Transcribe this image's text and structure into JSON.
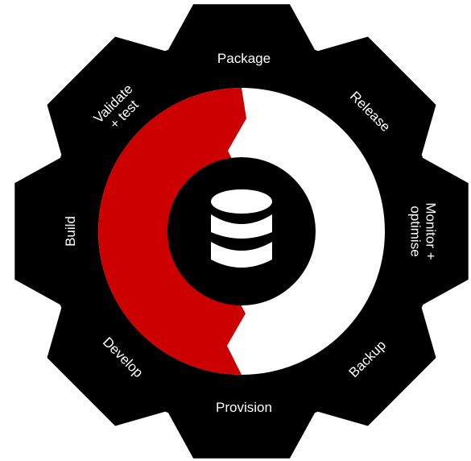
{
  "diagram": {
    "stages": [
      {
        "id": "package",
        "lines": [
          "Package"
        ]
      },
      {
        "id": "release",
        "lines": [
          "Release"
        ]
      },
      {
        "id": "monitor",
        "lines": [
          "Monitor +",
          "optimise"
        ]
      },
      {
        "id": "backup",
        "lines": [
          "Backup"
        ]
      },
      {
        "id": "provision",
        "lines": [
          "Provision"
        ]
      },
      {
        "id": "develop",
        "lines": [
          "Develop"
        ]
      },
      {
        "id": "build",
        "lines": [
          "Build"
        ]
      },
      {
        "id": "validate",
        "lines": [
          "Validate",
          "+ test"
        ]
      }
    ],
    "center_icon": "database-icon",
    "colors": {
      "gear": "#000000",
      "accent": "#cc0000",
      "light": "#ffffff",
      "text": "#ffffff"
    }
  }
}
